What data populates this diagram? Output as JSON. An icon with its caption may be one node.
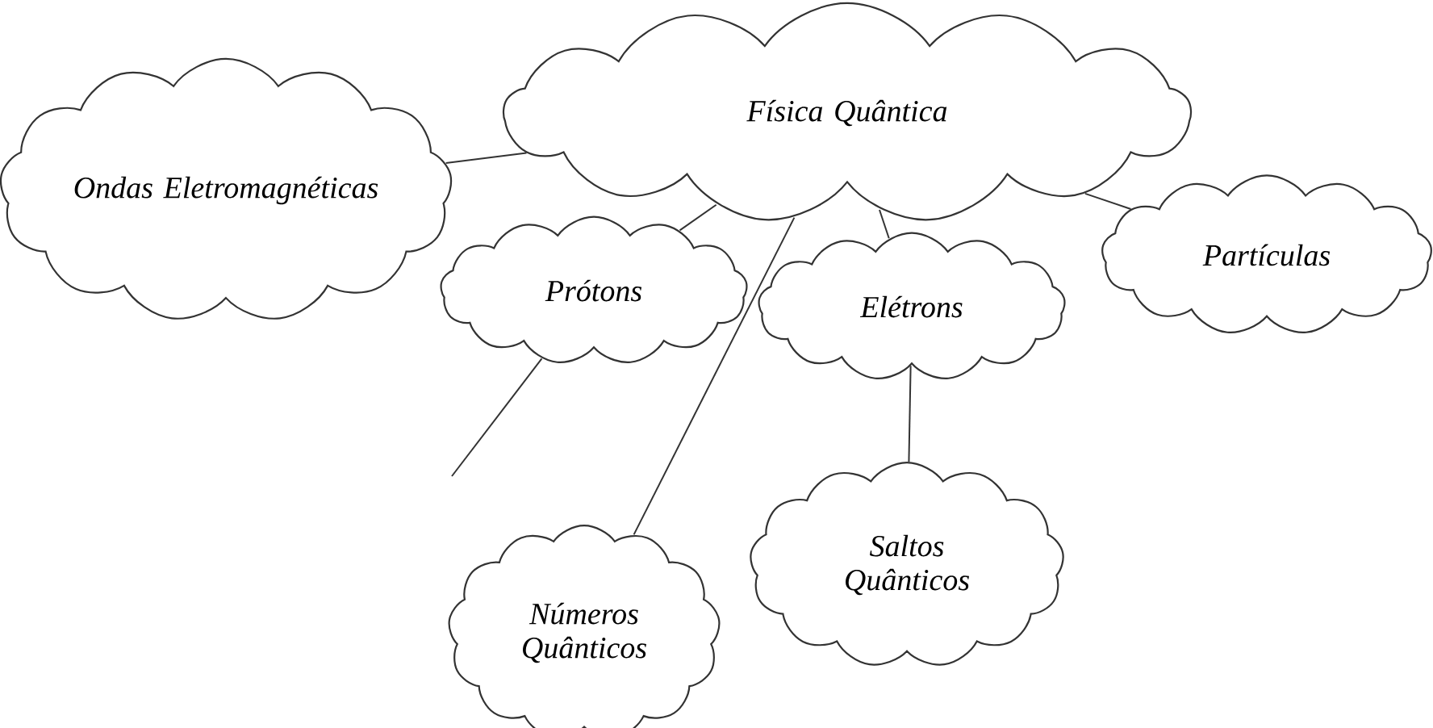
{
  "diagram": {
    "nodes": [
      {
        "text": [
          "Física Quântica"
        ]
      },
      {
        "text": [
          "Ondas Eletromagnéticas"
        ]
      },
      {
        "text": [
          "Prótons"
        ]
      },
      {
        "text": [
          "Elétrons"
        ]
      },
      {
        "text": [
          "Partículas"
        ]
      },
      {
        "text": [
          "Saltos Quânticos"
        ]
      },
      {
        "text": [
          "Números Quânticos"
        ]
      }
    ],
    "edges": [
      {
        "from": 0,
        "to": 1,
        "arrow": "none"
      },
      {
        "from": 0,
        "to": 2,
        "arrow": "none"
      },
      {
        "from": 0,
        "to": 6,
        "arrow": "none"
      },
      {
        "from": 0,
        "to": 3,
        "arrow": "none"
      },
      {
        "from": 0,
        "to": 4,
        "arrow": "none"
      },
      {
        "from": 3,
        "to": 5,
        "arrow": "none"
      },
      {
        "from": 2,
        "to": null,
        "arrow": "none"
      }
    ]
  }
}
